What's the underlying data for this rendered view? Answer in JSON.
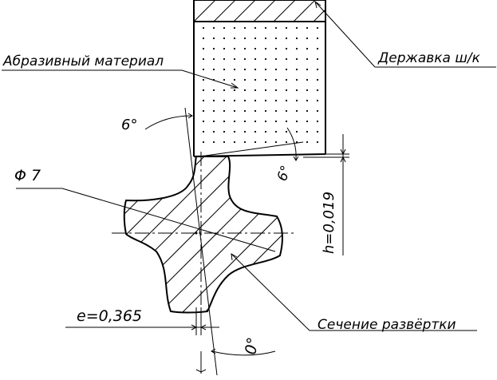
{
  "labels": {
    "abrasive": "Абразивный материал",
    "holder": "Державка ш/к",
    "diameter": "Φ 7",
    "angle_top": "6°",
    "angle_side": "6°",
    "height": "h=0,019",
    "eccentricity": "e=0,365",
    "angle_bottom": "0°",
    "section": "Сечение развёртки"
  }
}
